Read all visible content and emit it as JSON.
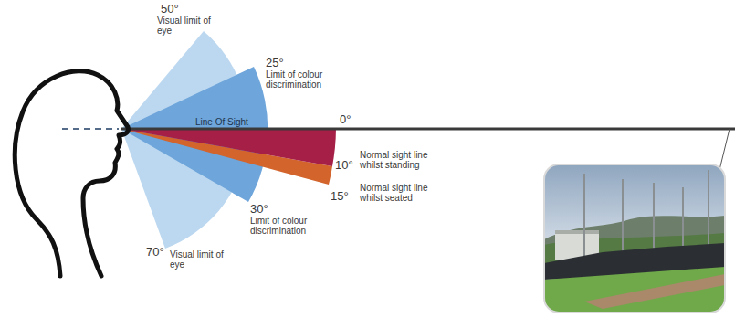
{
  "diagram": {
    "labels": [
      "50°",
      "Visual limit of eye",
      "25°",
      "Limit of colour discrimination",
      "Line Of Sight",
      "0°",
      "10°",
      "Normal sight line whilst standing",
      "15°",
      "Normal sight line whilst seated",
      "30°",
      "Limit of colour discrimination",
      "70°",
      "Visual limit of eye"
    ]
  }
}
